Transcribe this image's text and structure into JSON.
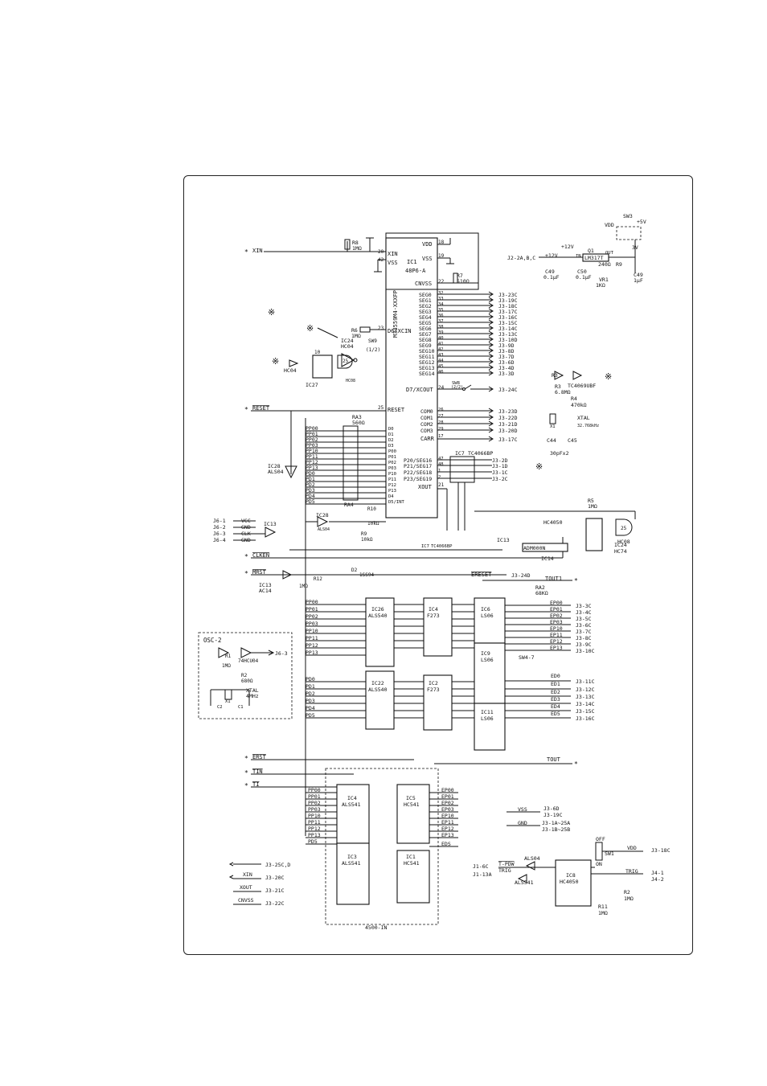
{
  "main_mcu": {
    "part": "M34559M4-XXXFP",
    "ref": "IC1",
    "package": "48P6-A",
    "pins": [
      {
        "name": "VDD",
        "num": "18"
      },
      {
        "name": "XIN",
        "num": "20"
      },
      {
        "name": "VSS",
        "num": "19"
      },
      {
        "name": "VSS",
        "num": "42"
      },
      {
        "name": "CNVSS",
        "num": "22"
      },
      {
        "name": "D6/XCIN",
        "num": "23"
      },
      {
        "name": "D7/XCOUT",
        "num": "24"
      },
      {
        "name": "RESET",
        "num": "25"
      },
      {
        "name": "CARR",
        "num": "17"
      },
      {
        "name": "XOUT",
        "num": "21"
      }
    ]
  },
  "seg_lines": [
    {
      "pin": "SEG0",
      "num": "32",
      "dest": "J3-23C"
    },
    {
      "pin": "SEG1",
      "num": "33",
      "dest": "J3-19C"
    },
    {
      "pin": "SEG2",
      "num": "34",
      "dest": "J3-18C"
    },
    {
      "pin": "SEG3",
      "num": "35",
      "dest": "J3-17C"
    },
    {
      "pin": "SEG4",
      "num": "36",
      "dest": "J3-16C"
    },
    {
      "pin": "SEG5",
      "num": "37",
      "dest": "J3-15C"
    },
    {
      "pin": "SEG6",
      "num": "38",
      "dest": "J3-14C"
    },
    {
      "pin": "SEG7",
      "num": "39",
      "dest": "J3-13C"
    },
    {
      "pin": "SEG8",
      "num": "40",
      "dest": "J3-10D"
    },
    {
      "pin": "SEG9",
      "num": "41",
      "dest": "J3-9D"
    },
    {
      "pin": "SEG10",
      "num": "42",
      "dest": "J3-8D"
    },
    {
      "pin": "SEG11",
      "num": "43",
      "dest": "J3-7D"
    },
    {
      "pin": "SEG12",
      "num": "44",
      "dest": "J3-6D"
    },
    {
      "pin": "SEG13",
      "num": "45",
      "dest": "J3-4D"
    },
    {
      "pin": "SEG14",
      "num": "46",
      "dest": "J3-3D"
    }
  ],
  "com_lines": [
    {
      "pin": "COM0",
      "num": "26",
      "dest": "J3-23D"
    },
    {
      "pin": "COM1",
      "num": "27",
      "dest": "J3-22D"
    },
    {
      "pin": "COM2",
      "num": "28",
      "dest": "J3-21D"
    },
    {
      "pin": "COM3",
      "num": "29",
      "dest": "J3-20D"
    },
    {
      "pin": "CARR",
      "num": "17",
      "dest": "J3-17C"
    }
  ],
  "p_lines": [
    {
      "pin": "P20/SEG16",
      "num": "47",
      "dest": "J3-2D"
    },
    {
      "pin": "P21/SEG17",
      "num": "48",
      "dest": "J3-1D"
    },
    {
      "pin": "P22/SEG18",
      "num": "1",
      "dest": "J3-1C"
    },
    {
      "pin": "P23/SEG19",
      "num": "2",
      "dest": "J3-2C"
    }
  ],
  "port_pins": [
    "D0",
    "D1",
    "D2",
    "D3",
    "P00",
    "P01",
    "P02",
    "P03",
    "P10",
    "P11",
    "P12",
    "P13",
    "D4",
    "D5/INT"
  ],
  "pp_nets": [
    "PP00",
    "PP01",
    "PP02",
    "PP03",
    "PP10",
    "PP11",
    "PP12",
    "PP13"
  ],
  "pd_nets": [
    "PD0",
    "PD1",
    "PD2",
    "PD3",
    "PD4",
    "PD5"
  ],
  "signals": {
    "xin": "XIN",
    "reset": "RESET",
    "clken": "CLKEN",
    "mrst": "MRST",
    "ereset": "ERESET",
    "erst": "ERST",
    "tin": "TIN",
    "ti": "TI",
    "tout": "TOUT",
    "tout1": "TOUT1",
    "xout": "XOUT",
    "cnvss": "CNVSS",
    "vss": "VSS",
    "gnd": "GND",
    "t_pdw": "T-PDW",
    "trig": "TRIG",
    "vdd": "VDD"
  },
  "parts": {
    "ra3": "RA3",
    "ra3_val": "560Ω",
    "ra4": "RA4",
    "ra2": "RA2",
    "ra2_val": "68KΩ",
    "r8": "R8",
    "r8_val": "1MΩ",
    "r7": "R7",
    "r7_val": "510Ω",
    "r6": "R6",
    "r6_val": "1MΩ",
    "r9": "R9",
    "r9_val": "10kΩ",
    "r10": "R10",
    "r10_val": "10kΩ",
    "r5": "R5",
    "r5_val": "1MΩ",
    "r3": "R3",
    "r3_val": "6.8MΩ",
    "r4": "R4",
    "r4_val": "470kΩ",
    "r12": "R12",
    "d2": "D2",
    "d2_val": "1SS94",
    "vr1": "VR1",
    "vr1_val": "1KΩ",
    "xtal": "XTAL",
    "xtal_freq": "32.768kHz",
    "x1": "X1",
    "c44": "C44",
    "c45": "C45",
    "cap_note": "30pFx2",
    "c49a": "C49",
    "c49a_val": "0.1μF",
    "c50": "C50",
    "c50_val": "0.1μF",
    "c49b": "C49",
    "c49b_val": "1μF",
    "q1": "Q1",
    "q1_val": "LM317T",
    "r240": "240Ω",
    "r9b": "R9",
    "sw3": "SW3",
    "sw1": "SW1",
    "sw8": "SW8",
    "sw8_val": "(2/2)",
    "sw9": "SW9",
    "sw9_val": "(1/2)",
    "sw47": "SW4-7",
    "r11": "R11",
    "r11_val": "1MΩ",
    "r2": "R2",
    "r2_val": "1MΩ"
  },
  "ics": {
    "ic26": {
      "ref": "IC26",
      "type": "ALS540"
    },
    "ic22": {
      "ref": "IC22",
      "type": "ALS540"
    },
    "ic4": {
      "ref": "IC4",
      "type": "F273"
    },
    "ic2": {
      "ref": "IC2",
      "type": "F273"
    },
    "ic6": {
      "ref": "IC6",
      "type": "LS06"
    },
    "ic9": {
      "ref": "IC9",
      "type": "LS06"
    },
    "ic11": {
      "ref": "IC11",
      "type": "LS06"
    },
    "ic4b": {
      "ref": "IC4",
      "type": "ALS541"
    },
    "ic3": {
      "ref": "IC3",
      "type": "ALS541"
    },
    "ic5": {
      "ref": "IC5",
      "type": "HC541"
    },
    "ic1": {
      "ref": "IC1",
      "type": "HC541"
    },
    "ic8": {
      "ref": "IC8",
      "type": "HC4050"
    },
    "ic14": {
      "ref": "IC14",
      "type": "ADM000N"
    },
    "ic24": {
      "ref": "IC24",
      "type": "HC74"
    },
    "ic27": {
      "ref": "IC27",
      "type": ""
    },
    "ic7": {
      "ref": "IC7",
      "type": "TC4066BP"
    },
    "ic13": {
      "ref": "IC13",
      "type": "AC14"
    },
    "ic28": {
      "ref": "IC28",
      "type": "ALS04"
    },
    "ic25": {
      "ref": "25",
      "type": "HC08"
    },
    "tc4069": "TC4069UBF",
    "hc4050_top": "HC4050",
    "hc04": "HC04",
    "als04": "ALS04",
    "als541_small": "ALS541",
    "hc08": "HC08"
  },
  "ep_out": [
    {
      "net": "EP00",
      "dest": "J3-3C"
    },
    {
      "net": "EP01",
      "dest": "J3-4C"
    },
    {
      "net": "EP02",
      "dest": "J3-5C"
    },
    {
      "net": "EP03",
      "dest": "J3-6C"
    },
    {
      "net": "EP10",
      "dest": "J3-7C"
    },
    {
      "net": "EP11",
      "dest": "J3-8C"
    },
    {
      "net": "EP12",
      "dest": "J3-9C"
    },
    {
      "net": "EP13",
      "dest": "J3-10C"
    }
  ],
  "ed_out": [
    {
      "net": "ED0",
      "dest": "J3-11C"
    },
    {
      "net": "ED1",
      "dest": "J3-12C"
    },
    {
      "net": "ED2",
      "dest": "J3-13C"
    },
    {
      "net": "ED3",
      "dest": "J3-14C"
    },
    {
      "net": "ED4",
      "dest": "J3-15C"
    },
    {
      "net": "ED5",
      "dest": "J3-16C"
    }
  ],
  "ep_in": [
    "EP00",
    "EP01",
    "EP02",
    "EP03",
    "EP10",
    "EP11",
    "EP12",
    "EP13",
    "EDS"
  ],
  "connectors": {
    "j6_1": "J6-1",
    "j6_2": "J6-2",
    "j6_3": "J6-3",
    "j6_4": "J6-4",
    "vcc": "VCC",
    "gnd": "GND",
    "clk": "CLK",
    "j2": "J2-2A,B,C",
    "j3_24d": "J3-24D",
    "j3_24c": "J3-24C",
    "j3_25c": "J3-25C,D",
    "j3_20c": "J3-20C",
    "j3_21c": "J3-21C",
    "j3_22c": "J3-22C",
    "j3_6d": "J3-6D",
    "j3_19c": "J3-19C",
    "j3_1a": "J3-1A~25A",
    "j3_1b": "J3-1B~25B",
    "j3_18c": "J3-18C",
    "j1_6c": "J1-6C",
    "j1_13a": "J1-13A",
    "j4_1": "J4-1",
    "j4_2": "J4-2",
    "j6_3_osc": "J6-3"
  },
  "power": {
    "vdd": "VDD",
    "plus5v": "+5V",
    "plus12v": "+12V",
    "plus12v_in": "+12V",
    "in": "IN",
    "out": "OUT",
    "v3": "3V",
    "off": "OFF",
    "on": "ON"
  },
  "osc2": {
    "title": "OSC-2",
    "r1": "R1",
    "r1_val": "1MΩ",
    "r2": "R2",
    "r2_val": "680Ω",
    "gate": "74HCU04",
    "xtal": "XTAL",
    "xtal_val": "4MHz",
    "x1": "X1",
    "c2": "C2",
    "c1": "C1"
  },
  "box_label": "4500-IN",
  "asterisk": "※"
}
